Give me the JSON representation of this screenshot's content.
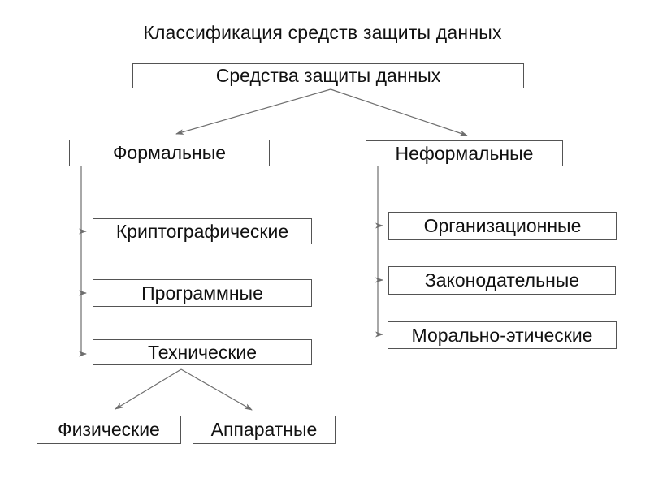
{
  "slide": {
    "title": "Классификация средств защиты данных"
  },
  "tree": {
    "root": {
      "label": "Средства защиты данных"
    },
    "branches": [
      {
        "label": "Формальные",
        "children": [
          {
            "label": "Криптографические"
          },
          {
            "label": "Программные"
          },
          {
            "label": "Технические",
            "children": [
              {
                "label": "Физические"
              },
              {
                "label": "Аппаратные"
              }
            ]
          }
        ]
      },
      {
        "label": "Неформальные",
        "children": [
          {
            "label": "Организационные"
          },
          {
            "label": "Законодательные"
          },
          {
            "label": "Морально-этические"
          }
        ]
      }
    ]
  },
  "colors": {
    "background": "#ffffff",
    "box_border": "#545454",
    "connector": "#6e6e6e",
    "text": "#111111"
  }
}
